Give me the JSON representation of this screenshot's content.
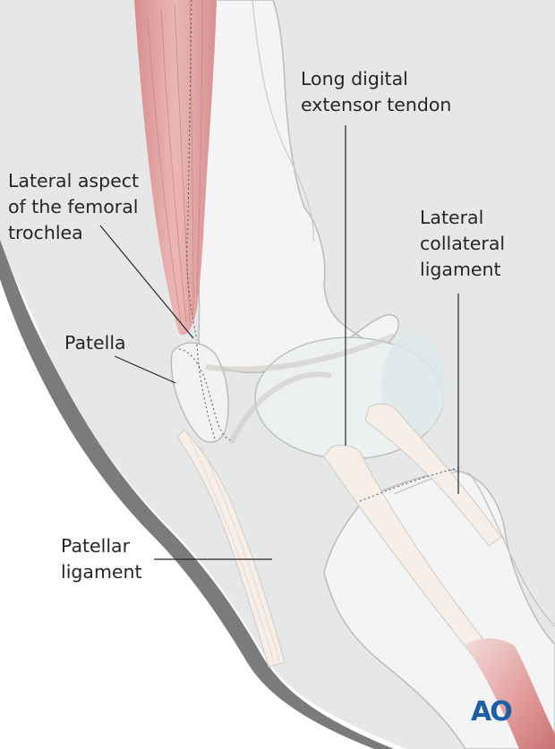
{
  "labels": {
    "long_digital_extensor_tendon": "Long digital\nextensor tendon",
    "lateral_aspect_femoral_trochlea": "Lateral aspect\nof the femoral\ntrochlea",
    "lateral_collateral_ligament": "Lateral\ncollateral\nligament",
    "patella": "Patella",
    "patellar_ligament": "Patellar\nligament"
  },
  "logo": {
    "text": "AO"
  },
  "colors": {
    "background": "#e6e7e7",
    "skin_edge": "#7b7b7b",
    "bone_fill": "#f4f4f4",
    "bone_outline": "#b9bcbd",
    "muscle": "#e3a7a6",
    "muscle_dark": "#c97f80",
    "ligament": "#f6eee8",
    "text": "#262626",
    "logo": "#1b5fa9"
  }
}
